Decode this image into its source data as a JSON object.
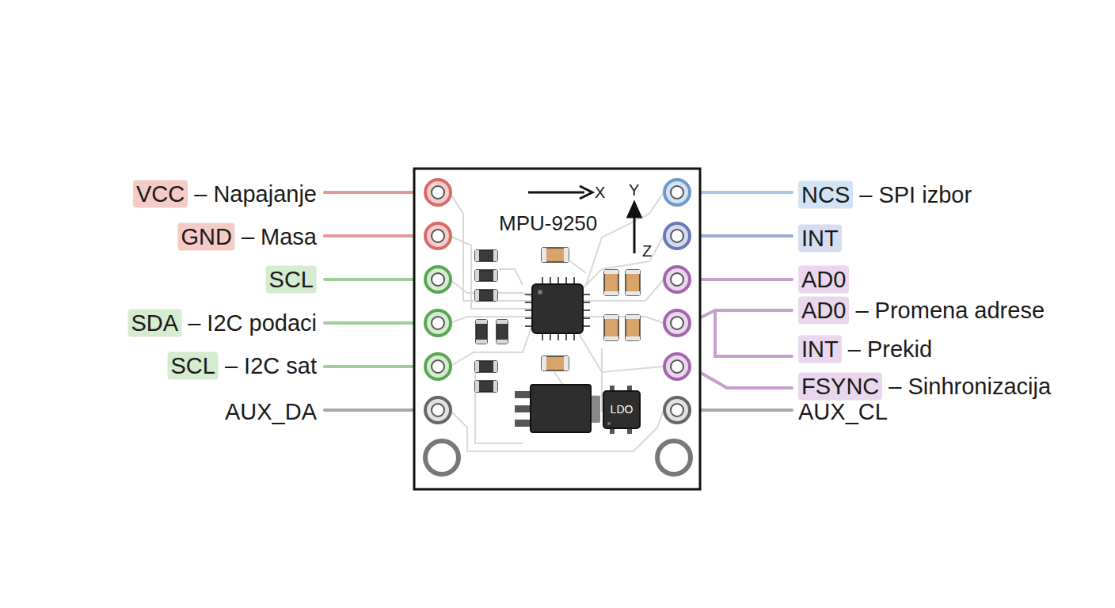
{
  "diagram": {
    "labels": [
      "VCC",
      "– Napajanje",
      "GND",
      "– Masa",
      "SCL",
      "SDA",
      "– I2C podaci",
      "SCL",
      "– I2C sat",
      "AUX_DA",
      "X",
      "Y",
      "MPU-9250",
      "Z",
      "LDO",
      "NCS",
      "– SPI izbor",
      "INT",
      "AD0",
      "AD0",
      "– Promena adrese",
      "INT",
      "– Prekid",
      "FSYNC",
      "– Sinhronizacija",
      "AUX_CL"
    ]
  }
}
